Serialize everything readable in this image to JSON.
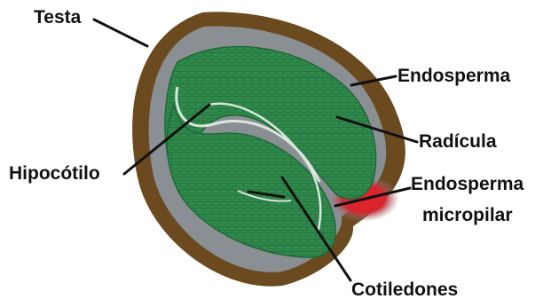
{
  "labels": {
    "testa": "Testa",
    "endosperma": "Endosperma",
    "radicula": "Radícula",
    "hipocotilo": "Hipocótilo",
    "endosperma_micropilar_1": "Endosperma",
    "endosperma_micropilar_2": "micropilar",
    "cotiledones": "Cotiledones"
  },
  "colors": {
    "testa": "#6b4a1f",
    "endosperm": "#8a8f94",
    "embryo": "#2f8a4c",
    "embryo_dark": "#1f6a36",
    "micropylar": "#d6262e",
    "leader": "#111111"
  }
}
